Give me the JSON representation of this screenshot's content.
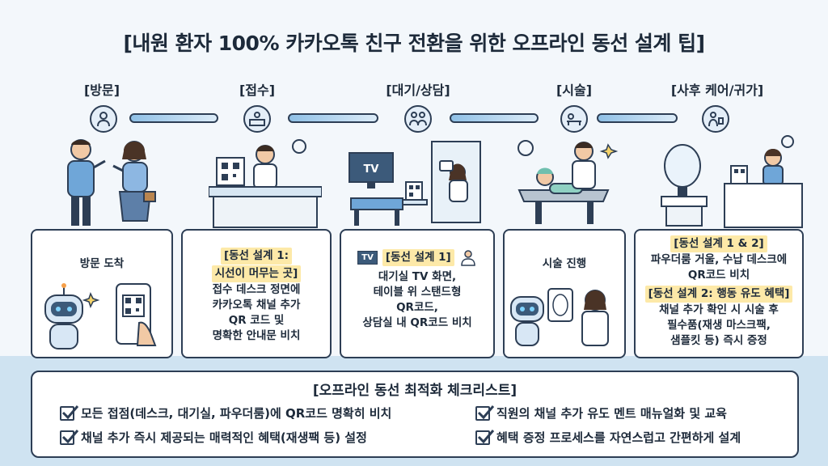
{
  "title": "[내원 환자 100% 카카오톡 친구 전환을 위한 오프라인 동선 설계 팁]",
  "steps": [
    {
      "label": "[방문]",
      "icon": "person-icon"
    },
    {
      "label": "[접수]",
      "icon": "reception-desk-icon"
    },
    {
      "label": "[대기/상담]",
      "icon": "consultation-icon"
    },
    {
      "label": "[시술]",
      "icon": "treatment-bed-icon"
    },
    {
      "label": "[사후 케어/귀가]",
      "icon": "aftercare-icon"
    }
  ],
  "scenes": {
    "tv_text": "TV"
  },
  "cards": {
    "visit": {
      "text": "방문 도착"
    },
    "reception": {
      "highlight": [
        "[동선 설계 1:",
        "시선이 머무는 곳]"
      ],
      "lines": [
        "접수 데스크 정면에",
        "카카오톡 채널 추가",
        "QR 코드 및",
        "명확한 안내문 비치"
      ]
    },
    "waiting": {
      "tv_badge": "TV",
      "highlight": "[동선 설계 1]",
      "lines": [
        "대기실 TV 화면,",
        "테이블 위 스탠드형",
        "QR코드,",
        "상담실 내 QR코드 비치"
      ]
    },
    "treatment": {
      "text": "시술 진행"
    },
    "aftercare": {
      "highlight1": "[동선 설계 1 & 2]",
      "lines1": [
        "파우더룸 거울, 수납 데스크에",
        "QR코드 비치"
      ],
      "highlight2": "[동선 설계 2: 행동 유도 혜택]",
      "lines2": [
        "채널 추가 확인 시 시술 후",
        "필수품(재생 마스크팩,",
        "샘플킷 등) 즉시 증정"
      ]
    }
  },
  "checklist": {
    "title": "[오프라인 동선 최적화 체크리스트]",
    "items": [
      "모든 접점(데스크, 대기실, 파우더룸)에 QR코드 명확히 비치",
      "채널 추가 즉시 제공되는 매력적인 혜택(재생팩 등) 설정",
      "직원의 채널 추가 유도 멘트 매뉴얼화 및 교육",
      "혜택 증정 프로세스를 자연스럽고 간편하게 설계"
    ]
  },
  "colors": {
    "outline": "#2d3e55",
    "highlight": "#fde9a8",
    "accent_blue": "#8fc0e6",
    "band": "#cfe3f1"
  }
}
